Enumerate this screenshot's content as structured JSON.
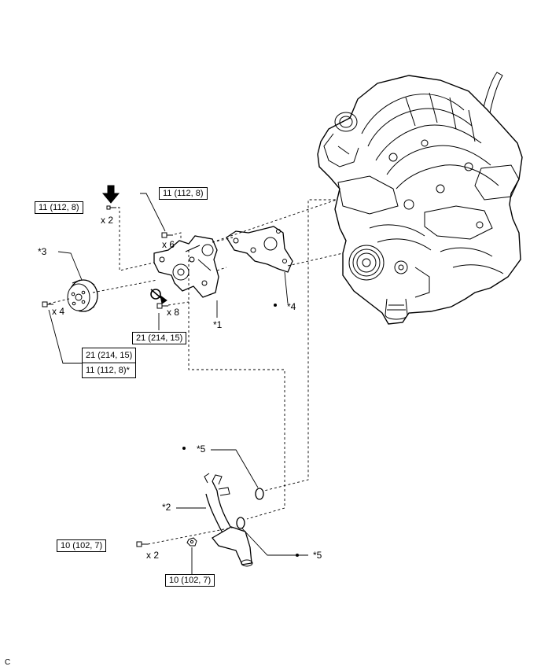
{
  "torque": {
    "bolt_top_left": "11 (112, 8)",
    "bolt_top_mid": "11 (112, 8)",
    "bolt_x8": "21 (214, 15)",
    "pulley_a": "21 (214, 15)",
    "pulley_b": "11 (112, 8)*",
    "inlet_left": "10 (102, 7)",
    "inlet_bottom": "10 (102, 7)"
  },
  "qty": {
    "top_left": "x 2",
    "top_mid": "x 6",
    "pulley": "x 4",
    "mid": "x 8",
    "inlet": "x 2"
  },
  "callouts": {
    "water_pump": "*1",
    "inlet": "*2",
    "pulley": "*3",
    "gasket": "*4",
    "oring_top": "*5",
    "oring_bottom": "*5"
  },
  "corner_code": "C"
}
